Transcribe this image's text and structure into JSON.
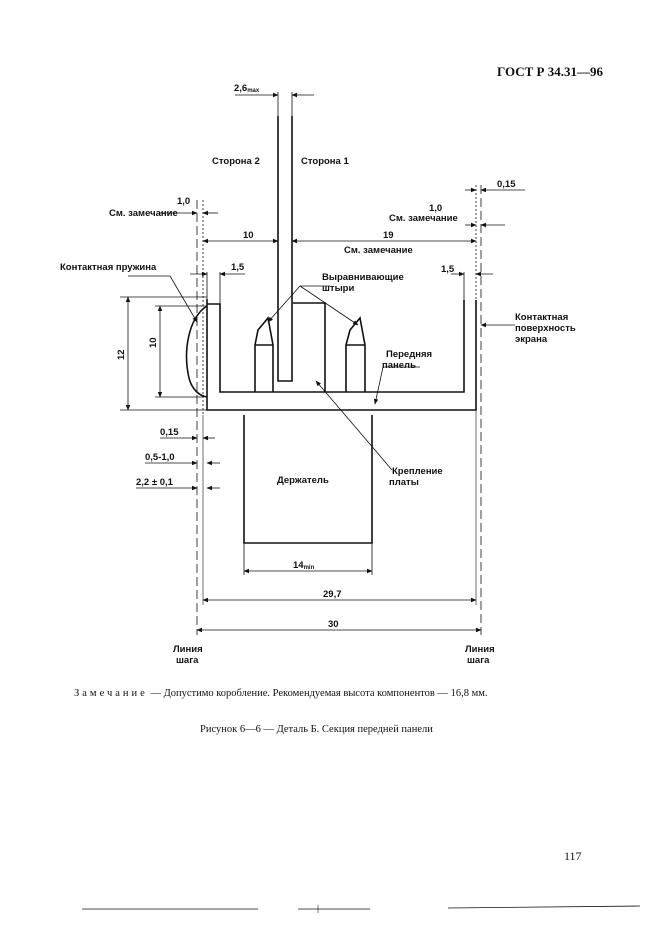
{
  "header": {
    "standard": "ГОСТ Р 34.31—96"
  },
  "drawing": {
    "dim_top_width": "2,6",
    "dim_top_width_suffix": "max",
    "side2": "Сторона 2",
    "side1": "Сторона 1",
    "dim_left_offset": "1,0",
    "note_left": "См. замечание",
    "dim_right_offset_small": "0,15",
    "dim_right_offset": "1,0",
    "note_right": "См. замечание",
    "dim_10": "10",
    "dim_19": "19",
    "note_center": "См. замечание",
    "contact_spring": "Контактная пружина",
    "dim_left_15": "1,5",
    "dim_right_15": "1,5",
    "align_pins_1": "Выравнивающие",
    "align_pins_2": "штыри",
    "contact_surface_1": "Контактная",
    "contact_surface_2": "поверхность",
    "contact_surface_3": "экрана",
    "dim_12": "12",
    "dim_10_vert": "10",
    "front_panel_1": "Передняя",
    "front_panel_2": "панель",
    "dim_015": "0,15",
    "dim_05_10": "0,5-1,0",
    "dim_22": "2,2 ± 0,1",
    "holder": "Держатель",
    "mount_1": "Крепление",
    "mount_2": "платы",
    "dim_14": "14",
    "dim_14_suffix": "min",
    "dim_297": "29,7",
    "dim_30": "30",
    "pitch_line_left_1": "Линия",
    "pitch_line_left_2": "шага",
    "pitch_line_right_1": "Линия",
    "pitch_line_right_2": "шага"
  },
  "note": {
    "label": "Замечание",
    "text": " — Допустимо коробление. Рекомендуемая высота компонентов — 16,8 мм."
  },
  "caption": "Рисунок 6—6 — Деталь Б. Секция передней панели",
  "page_number": "117"
}
